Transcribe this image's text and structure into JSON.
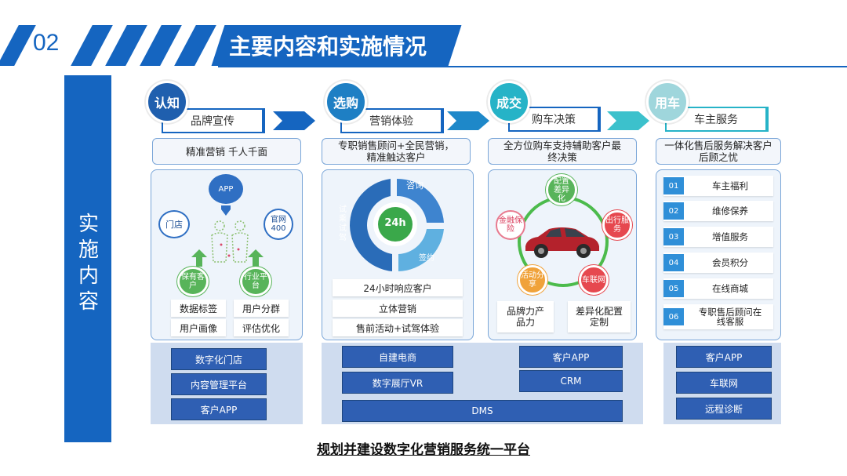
{
  "header": {
    "section_number": "02",
    "title": "主要内容和实施情况"
  },
  "side_label": "实施内容",
  "stages": [
    {
      "circle": "认知",
      "label": "品牌宣传"
    },
    {
      "circle": "选购",
      "label": "营销体验"
    },
    {
      "circle": "成交",
      "label": "购车决策"
    },
    {
      "circle": "用车",
      "label": "车主服务"
    }
  ],
  "descriptions": [
    "精准营销  千人千面",
    "专职销售顾问+全民营销，精准触达客户",
    "全方位购车支持辅助客户最终决策",
    "一体化售后服务解决客户后顾之忧"
  ],
  "panel1": {
    "nodes": {
      "app": "APP",
      "store": "门店",
      "web": "官网400",
      "retain": "保有客户",
      "industry": "行业平台"
    },
    "chips": [
      "数据标签",
      "用户分群",
      "用户画像",
      "评估优化"
    ]
  },
  "panel2": {
    "ring": {
      "center": "24h",
      "top": "咨询",
      "left": "试乘试驾",
      "bottom": "签约"
    },
    "chips": [
      "24小时响应客户",
      "立体营销",
      "售前活动+试驾体验"
    ]
  },
  "panel3": {
    "nodes": {
      "config": "配置差异化",
      "finance": "金融保险",
      "travel": "出行服务",
      "activity": "活动分享",
      "iov": "车联网"
    },
    "chips": [
      "品牌力产品力",
      "差异化配置定制"
    ]
  },
  "panel4": {
    "services": [
      {
        "num": "01",
        "text": "车主福利"
      },
      {
        "num": "02",
        "text": "维修保养"
      },
      {
        "num": "03",
        "text": "增值服务"
      },
      {
        "num": "04",
        "text": "会员积分"
      },
      {
        "num": "05",
        "text": "在线商城"
      },
      {
        "num": "06",
        "text": "专职售后顾问在线客服"
      }
    ]
  },
  "platform": {
    "col1": [
      "数字化门店",
      "内容管理平台",
      "客户APP"
    ],
    "col2_left": [
      "自建电商",
      "数字展厅VR"
    ],
    "col2_right": [
      "客户APP",
      "CRM"
    ],
    "col2_wide": "DMS",
    "col3": [
      "客户APP",
      "车联网",
      "远程诊断"
    ]
  },
  "footer": "规划并建设数字化营销服务统一平台",
  "colors": {
    "primary": "#1565c0",
    "teal": "#26b3c7",
    "green": "#58b45a",
    "panel_bg": "#eef4fb",
    "platform_btn": "#2f5fb3"
  }
}
